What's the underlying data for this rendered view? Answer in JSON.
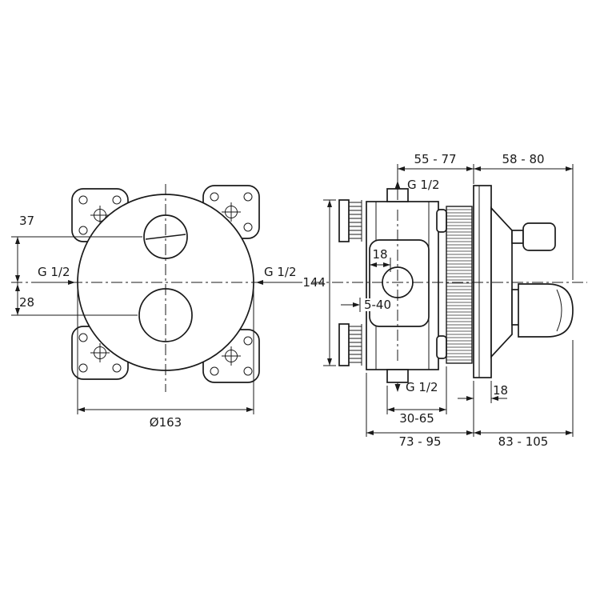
{
  "front_view": {
    "dim_top_offset": "37",
    "dim_bottom_offset": "28",
    "thread_left": "G 1/2",
    "thread_right": "G 1/2",
    "diameter": "Ø163"
  },
  "side_view": {
    "dim_depth_body": "55 - 77",
    "dim_depth_trim": "58 - 80",
    "thread_top": "G 1/2",
    "thread_bottom": "G 1/2",
    "dim_cartridge": "18",
    "dim_bracket_height": "144",
    "dim_wall_range": "5-40",
    "dim_recess": "30-65",
    "dim_rough_in": "73 - 95",
    "dim_trim": "83 - 105",
    "dim_plate_thickness": "18"
  },
  "colors": {
    "line": "#1a1a1a",
    "background": "#ffffff"
  }
}
